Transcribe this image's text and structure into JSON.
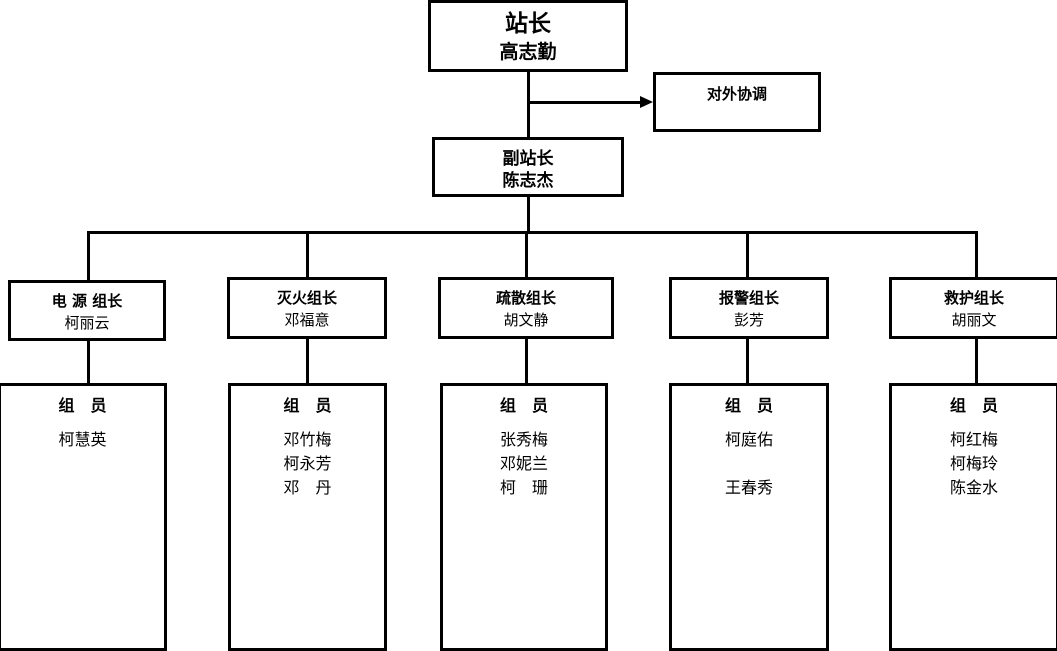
{
  "director": {
    "title": "站长",
    "name": "高志勤"
  },
  "external": {
    "label": "对外协调"
  },
  "deputy": {
    "title": "副站长",
    "name": "陈志杰"
  },
  "groups": [
    {
      "title": "电 源 组长",
      "leader": "柯丽云",
      "members_label": "组　员",
      "members": [
        "柯慧英"
      ]
    },
    {
      "title": "灭火组长",
      "leader": "邓福意",
      "members_label": "组　员",
      "members": [
        "邓竹梅",
        "柯永芳",
        "邓　丹"
      ]
    },
    {
      "title": "疏散组长",
      "leader": "胡文静",
      "members_label": "组　员",
      "members": [
        "张秀梅",
        "邓妮兰",
        "柯　珊"
      ]
    },
    {
      "title": "报警组长",
      "leader": "彭芳",
      "members_label": "组　员",
      "members": [
        "柯庭佑",
        "",
        "王春秀"
      ]
    },
    {
      "title": "救护组长",
      "leader": "胡丽文",
      "members_label": "组　员",
      "members": [
        "柯红梅",
        "柯梅玲",
        "陈金水"
      ]
    }
  ]
}
